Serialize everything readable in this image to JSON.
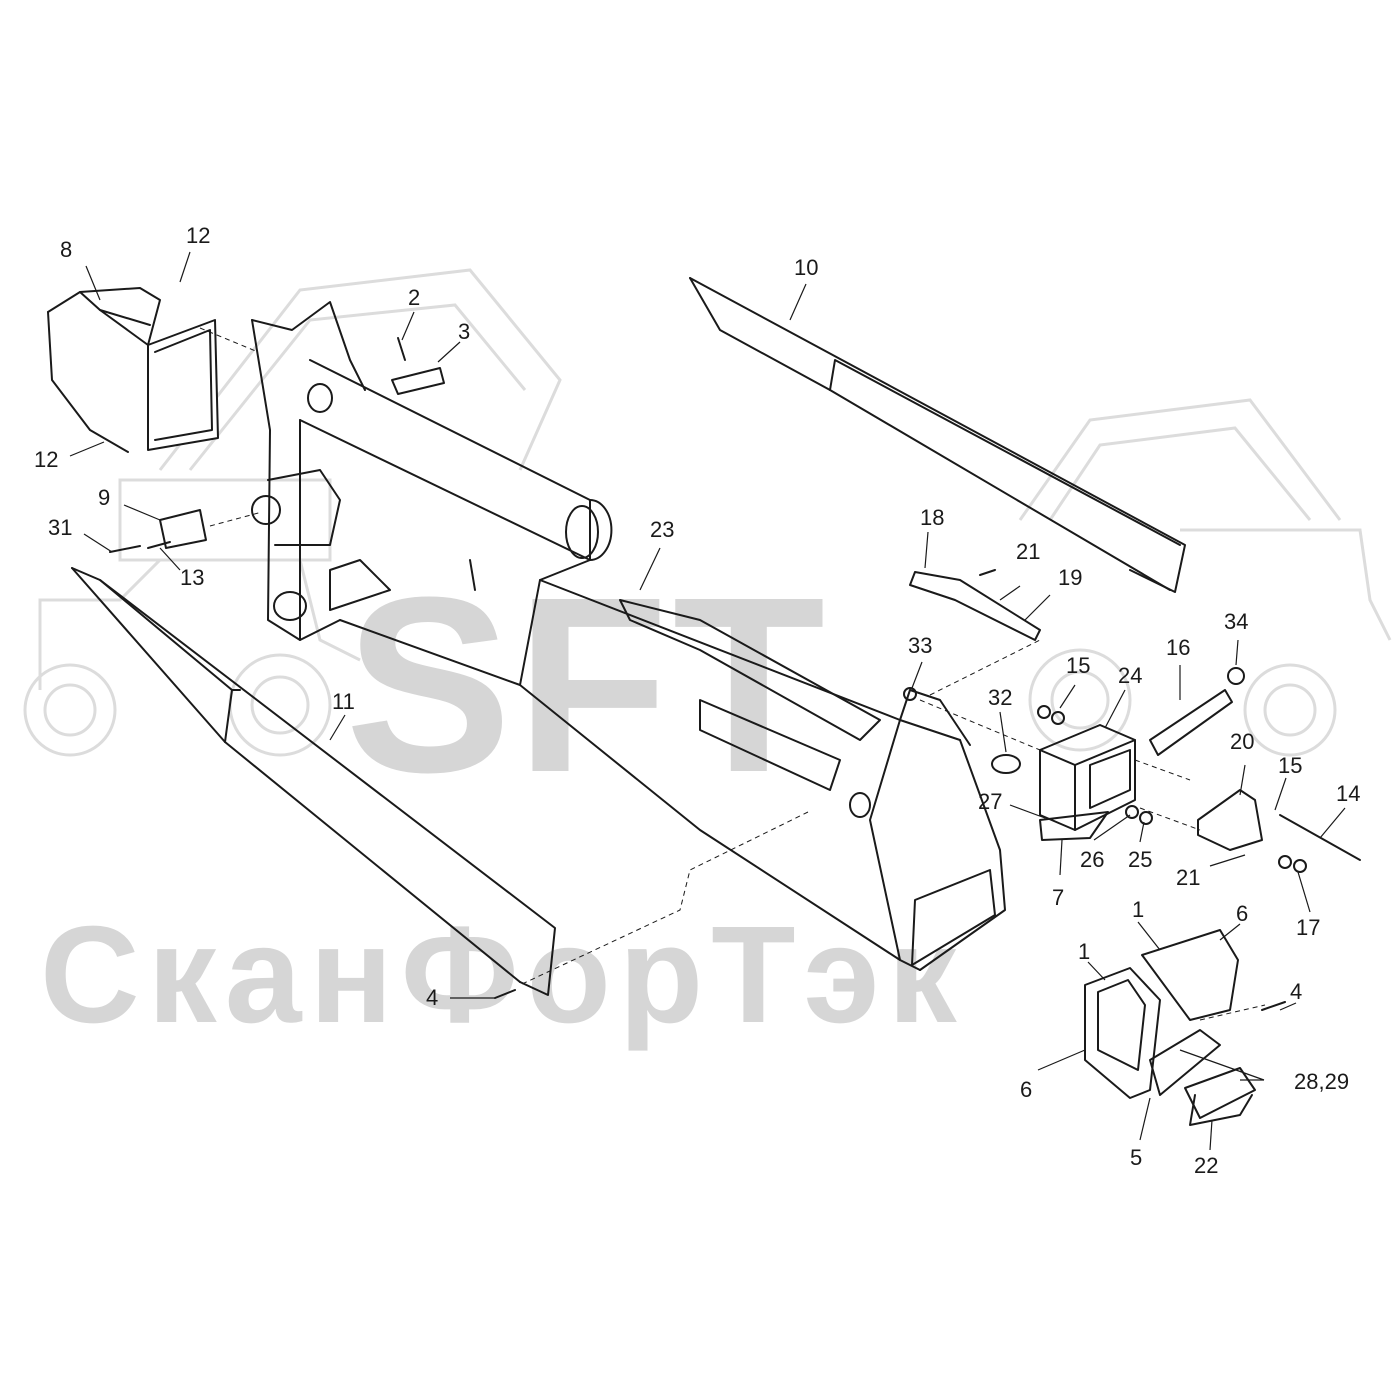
{
  "watermark": {
    "logo_text": "SFT",
    "brand_text": "СканФорТэк",
    "color": "#d6d6d6"
  },
  "diagram": {
    "line_color": "#1a1a1a",
    "callouts": [
      {
        "id": "c8",
        "text": "8"
      },
      {
        "id": "c12a",
        "text": "12"
      },
      {
        "id": "c12b",
        "text": "12"
      },
      {
        "id": "c2",
        "text": "2"
      },
      {
        "id": "c3",
        "text": "3"
      },
      {
        "id": "c10",
        "text": "10"
      },
      {
        "id": "c9",
        "text": "9"
      },
      {
        "id": "c31",
        "text": "31"
      },
      {
        "id": "c13",
        "text": "13"
      },
      {
        "id": "c23",
        "text": "23"
      },
      {
        "id": "c18",
        "text": "18"
      },
      {
        "id": "c21a",
        "text": "21"
      },
      {
        "id": "c19",
        "text": "19"
      },
      {
        "id": "c34",
        "text": "34"
      },
      {
        "id": "c33",
        "text": "33"
      },
      {
        "id": "c16",
        "text": "16"
      },
      {
        "id": "c15a",
        "text": "15"
      },
      {
        "id": "c24",
        "text": "24"
      },
      {
        "id": "c32",
        "text": "32"
      },
      {
        "id": "c11",
        "text": "11"
      },
      {
        "id": "c20",
        "text": "20"
      },
      {
        "id": "c15b",
        "text": "15"
      },
      {
        "id": "c14",
        "text": "14"
      },
      {
        "id": "c27",
        "text": "27"
      },
      {
        "id": "c26",
        "text": "26"
      },
      {
        "id": "c25",
        "text": "25"
      },
      {
        "id": "c21b",
        "text": "21"
      },
      {
        "id": "c7",
        "text": "7"
      },
      {
        "id": "c17",
        "text": "17"
      },
      {
        "id": "c1a",
        "text": "1"
      },
      {
        "id": "c6a",
        "text": "6"
      },
      {
        "id": "c1b",
        "text": "1"
      },
      {
        "id": "c4a",
        "text": "4"
      },
      {
        "id": "c4b",
        "text": "4"
      },
      {
        "id": "c6b",
        "text": "6"
      },
      {
        "id": "c2829",
        "text": "28,29"
      },
      {
        "id": "c5",
        "text": "5"
      },
      {
        "id": "c22",
        "text": "22"
      }
    ]
  }
}
